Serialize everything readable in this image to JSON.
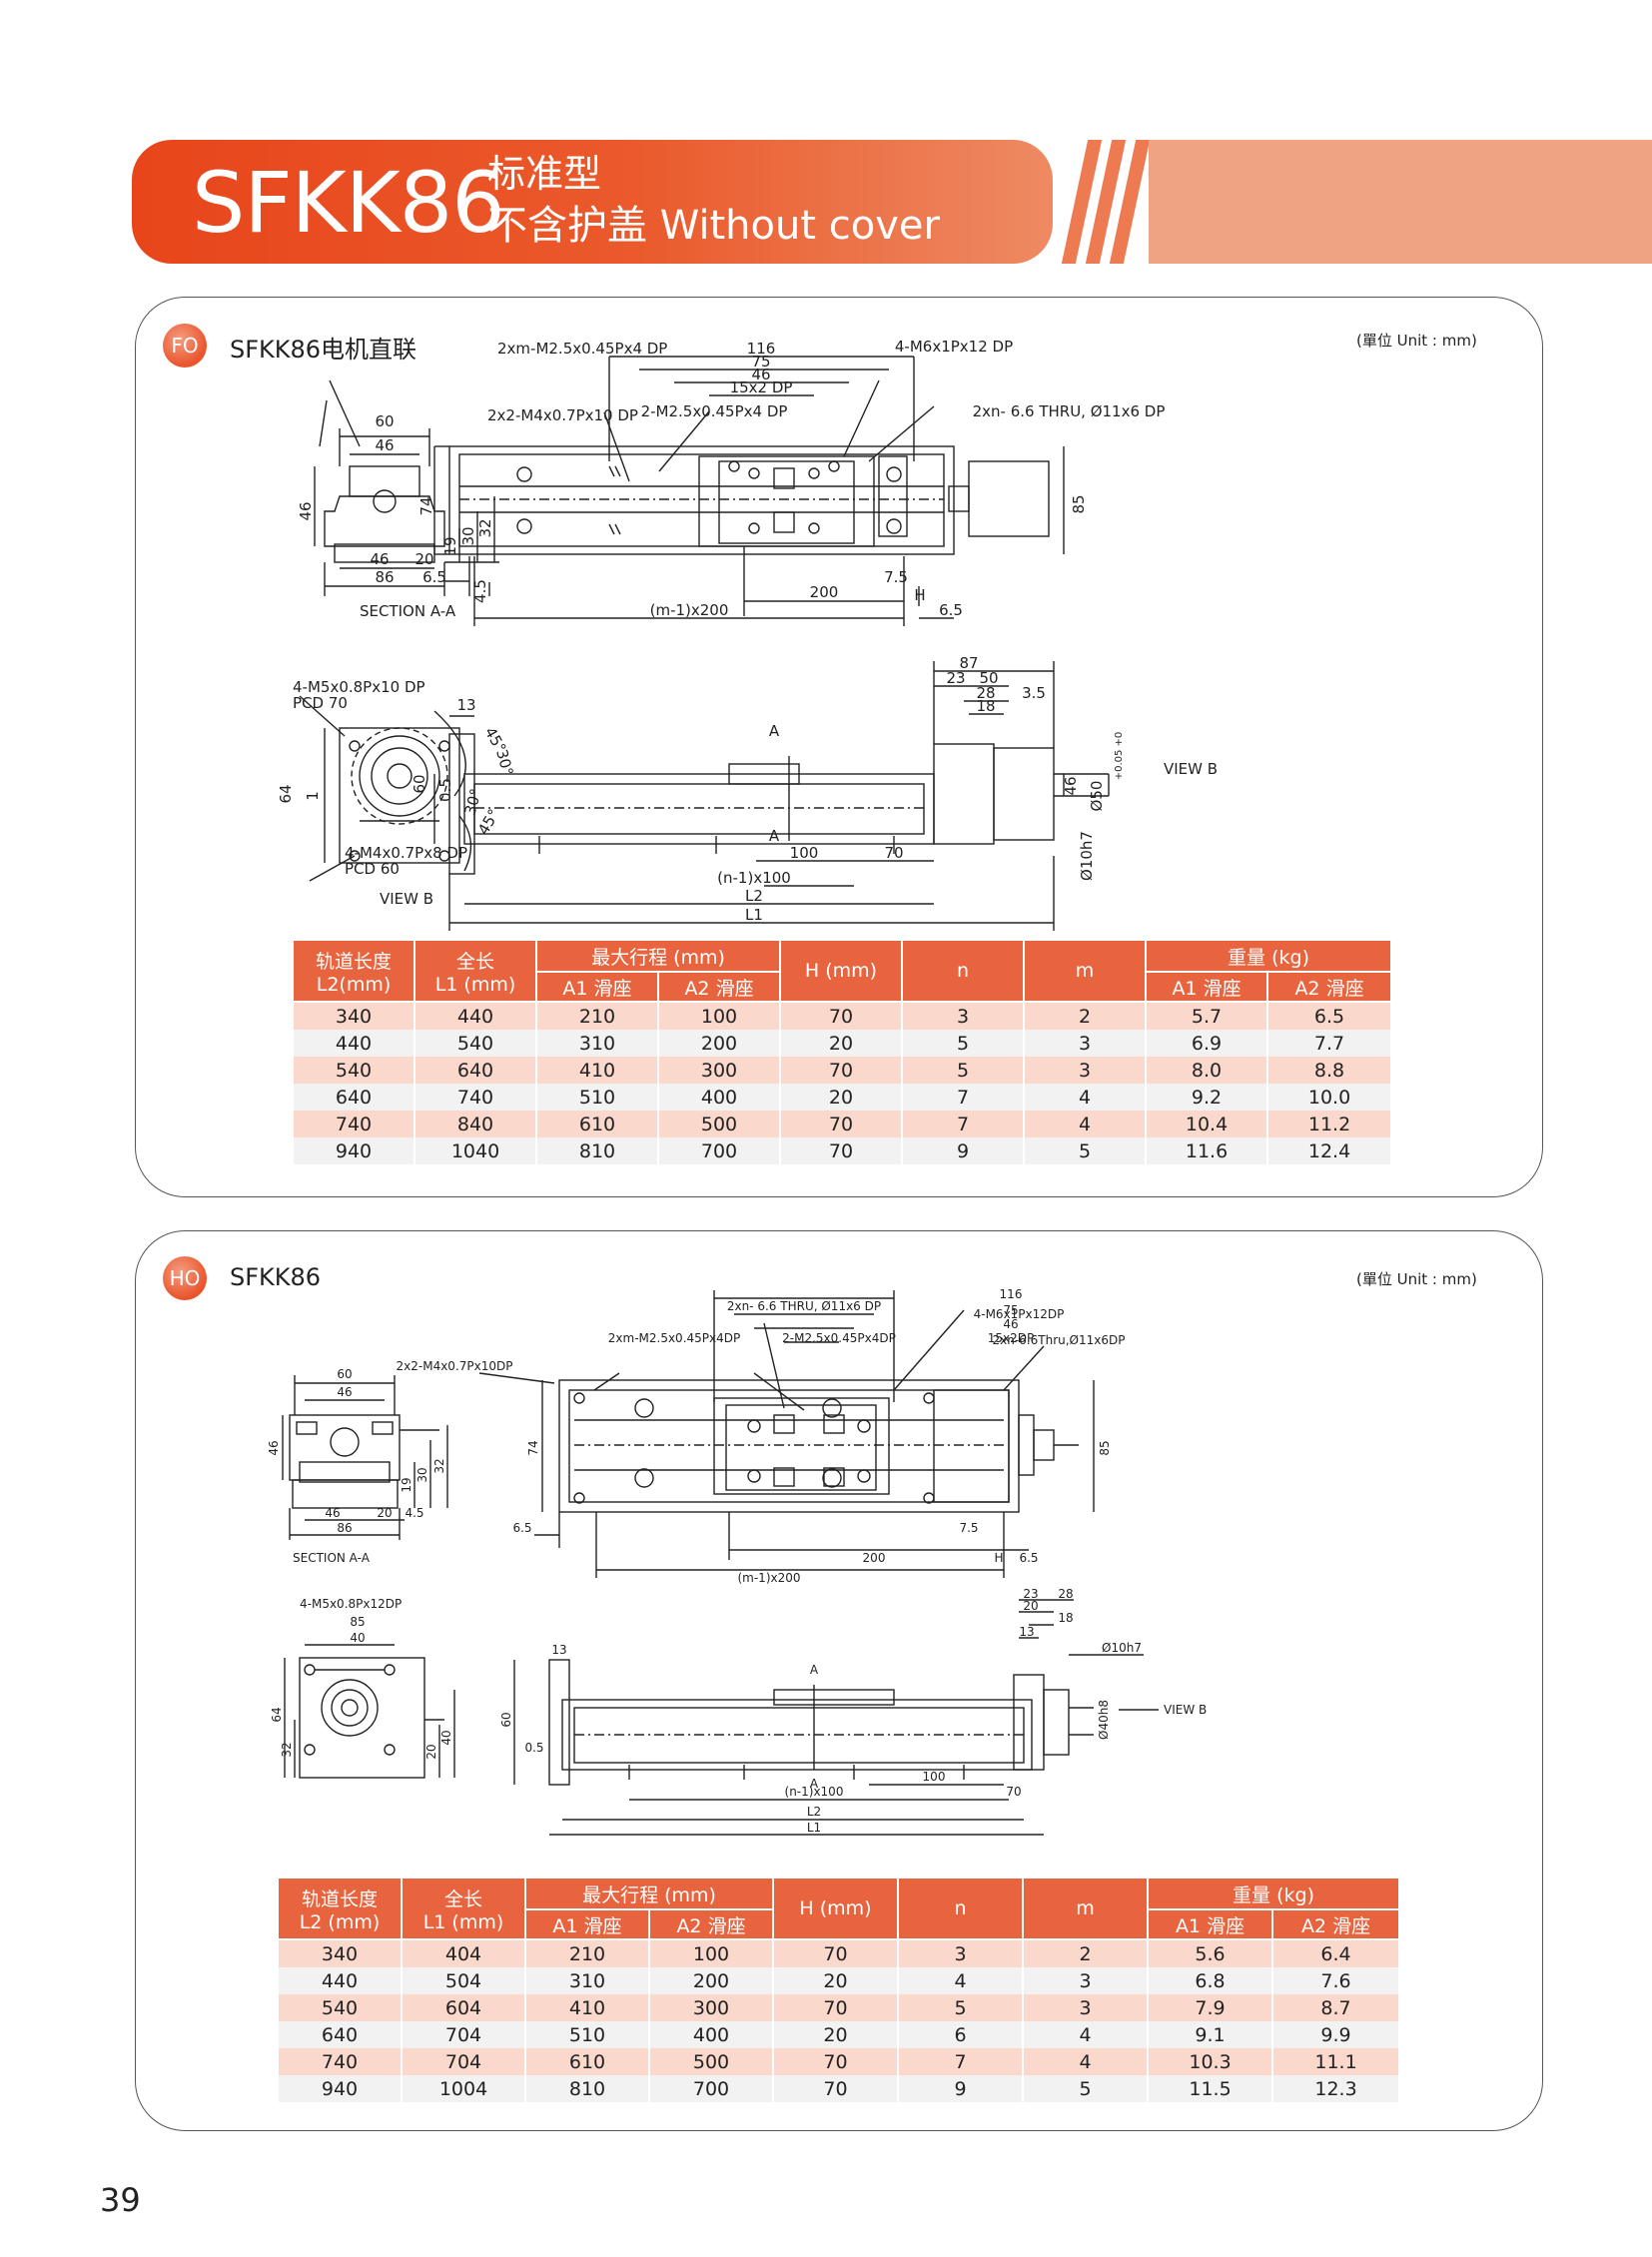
{
  "header": {
    "model": "SFKK86",
    "line1": "标准型",
    "line2": "不含护盖 Without cover"
  },
  "section1": {
    "badge": "FO",
    "title": "SFKK86电机直联",
    "unit": "(單位 Unit : mm)",
    "labels": {
      "t2xmM25": "2xm-M2.5x0.45Px4 DP",
      "t2x2M4": "2x2-M4x0.7Px10 DP",
      "t2M25": "2-M2.5x0.45Px4 DP",
      "t4M6": "4-M6x1Px12 DP",
      "t2xn66": "2xn- 6.6 THRU, Ø11x6 DP",
      "d116": "116",
      "d75": "75",
      "d46": "46",
      "d15x2": "15x2 DP",
      "d74": "74",
      "d85": "85",
      "d65a": "6.5",
      "d75b": "7.5",
      "dH": "H",
      "d200": "200",
      "dm1x200": "(m-1)x200",
      "d65b": "6.5",
      "s60": "60",
      "s46": "46",
      "s46h": "46",
      "s19": "19",
      "s30": "30",
      "s32": "32",
      "s46b": "46",
      "s20": "20",
      "s86": "86",
      "s45": "4.5",
      "sectionAA": "SECTION A-A",
      "v4M5": "4-M5x0.8Px10 DP",
      "vPCD70": "PCD 70",
      "v45a": "45°",
      "v30a": "30°",
      "v30b": "30°",
      "v45b": "45°",
      "v64": "64",
      "v1": "1",
      "v4M4": "4-M4x0.7Px8 DP",
      "vPCD60": "PCD 60",
      "viewB": "VIEW B",
      "e13": "13",
      "e60": "60",
      "e05": "0.5",
      "eA1": "A",
      "eA2": "A",
      "e100": "100",
      "e70": "70",
      "en1x100": "(n-1)x100",
      "eL2": "L2",
      "eL1": "L1",
      "e87": "87",
      "e23": "23",
      "e50": "50",
      "e28": "28",
      "e18": "18",
      "e35": "3.5",
      "e46": "46",
      "e50h": "Ø50",
      "etol": "+0.05 +0",
      "e10h7": "Ø10h7",
      "eviewB": "VIEW B"
    }
  },
  "table1": {
    "headers": {
      "rail": [
        "轨道长度",
        "L2(mm)"
      ],
      "total": [
        "全长",
        "L1 (mm)"
      ],
      "stroke": "最大行程 (mm)",
      "a1": "A1 滑座",
      "a2": "A2 滑座",
      "h": "H (mm)",
      "n": "n",
      "m": "m",
      "weight": "重量 (kg)",
      "wa1": "A1 滑座",
      "wa2": "A2 滑座"
    },
    "rows": [
      [
        "340",
        "440",
        "210",
        "100",
        "70",
        "3",
        "2",
        "5.7",
        "6.5"
      ],
      [
        "440",
        "540",
        "310",
        "200",
        "20",
        "5",
        "3",
        "6.9",
        "7.7"
      ],
      [
        "540",
        "640",
        "410",
        "300",
        "70",
        "5",
        "3",
        "8.0",
        "8.8"
      ],
      [
        "640",
        "740",
        "510",
        "400",
        "20",
        "7",
        "4",
        "9.2",
        "10.0"
      ],
      [
        "740",
        "840",
        "610",
        "500",
        "70",
        "7",
        "4",
        "10.4",
        "11.2"
      ],
      [
        "940",
        "1040",
        "810",
        "700",
        "70",
        "9",
        "5",
        "11.6",
        "12.4"
      ]
    ]
  },
  "section2": {
    "badge": "HO",
    "title": "SFKK86",
    "unit": "(單位 Unit : mm)",
    "labels": {
      "t2xn66": "2xn- 6.6 THRU, Ø11x6 DP",
      "t2x2M4": "2x2-M4x0.7Px10DP",
      "t2xmM25": "2xm-M2.5x0.45Px4DP",
      "t2M25": "2-M2.5x0.45Px4DP",
      "t4M6": "4-M6x1Px12DP",
      "t2xn66b": "2xn-6.6Thru,Ø11x6DP",
      "d116": "116",
      "d75": "75",
      "d46": "46",
      "d15x2": "15x2DP",
      "d74": "74",
      "d85": "85",
      "d65a": "6.5",
      "d75b": "7.5",
      "dH": "H",
      "d200": "200",
      "dm1x200": "(m-1)x200",
      "d65b": "6.5",
      "s60": "60",
      "s46": "46",
      "s46h": "46",
      "s19": "19",
      "s30": "30",
      "s32": "32",
      "s46b": "46",
      "s20": "20",
      "s45": "4.5",
      "s86": "86",
      "sectionAA": "SECTION A-A",
      "v4M5": "4-M5x0.8Px12DP",
      "v85": "85",
      "v40": "40",
      "v64": "64",
      "v32": "32",
      "v20": "20",
      "v40b": "40",
      "e13": "13",
      "e60": "60",
      "e05": "0.5",
      "eA1": "A",
      "eA2": "A",
      "e100": "100",
      "e70": "70",
      "en1x100": "(n-1)x100",
      "eL2": "L2",
      "eL1": "L1",
      "e23": "23",
      "e28": "28",
      "e20": "20",
      "e18": "18",
      "e13b": "13",
      "e10h7": "Ø10h7",
      "e40h8": "Ø40h8",
      "eviewB": "VIEW B"
    }
  },
  "table2": {
    "headers": {
      "rail": [
        "轨道长度",
        "L2 (mm)"
      ],
      "total": [
        "全长",
        "L1 (mm)"
      ],
      "stroke": "最大行程 (mm)",
      "a1": "A1 滑座",
      "a2": "A2 滑座",
      "h": "H (mm)",
      "n": "n",
      "m": "m",
      "weight": "重量 (kg)",
      "wa1": "A1 滑座",
      "wa2": "A2 滑座"
    },
    "rows": [
      [
        "340",
        "404",
        "210",
        "100",
        "70",
        "3",
        "2",
        "5.6",
        "6.4"
      ],
      [
        "440",
        "504",
        "310",
        "200",
        "20",
        "4",
        "3",
        "6.8",
        "7.6"
      ],
      [
        "540",
        "604",
        "410",
        "300",
        "70",
        "5",
        "3",
        "7.9",
        "8.7"
      ],
      [
        "640",
        "704",
        "510",
        "400",
        "20",
        "6",
        "4",
        "9.1",
        "9.9"
      ],
      [
        "740",
        "704",
        "610",
        "500",
        "70",
        "7",
        "4",
        "10.3",
        "11.1"
      ],
      [
        "940",
        "1004",
        "810",
        "700",
        "70",
        "9",
        "5",
        "11.5",
        "12.3"
      ]
    ]
  },
  "page_number": "39",
  "colors": {
    "accent": "#e8643f",
    "banner": "#e8451a",
    "row_odd": "#fbd8cc",
    "row_even": "#f2f2f2"
  }
}
